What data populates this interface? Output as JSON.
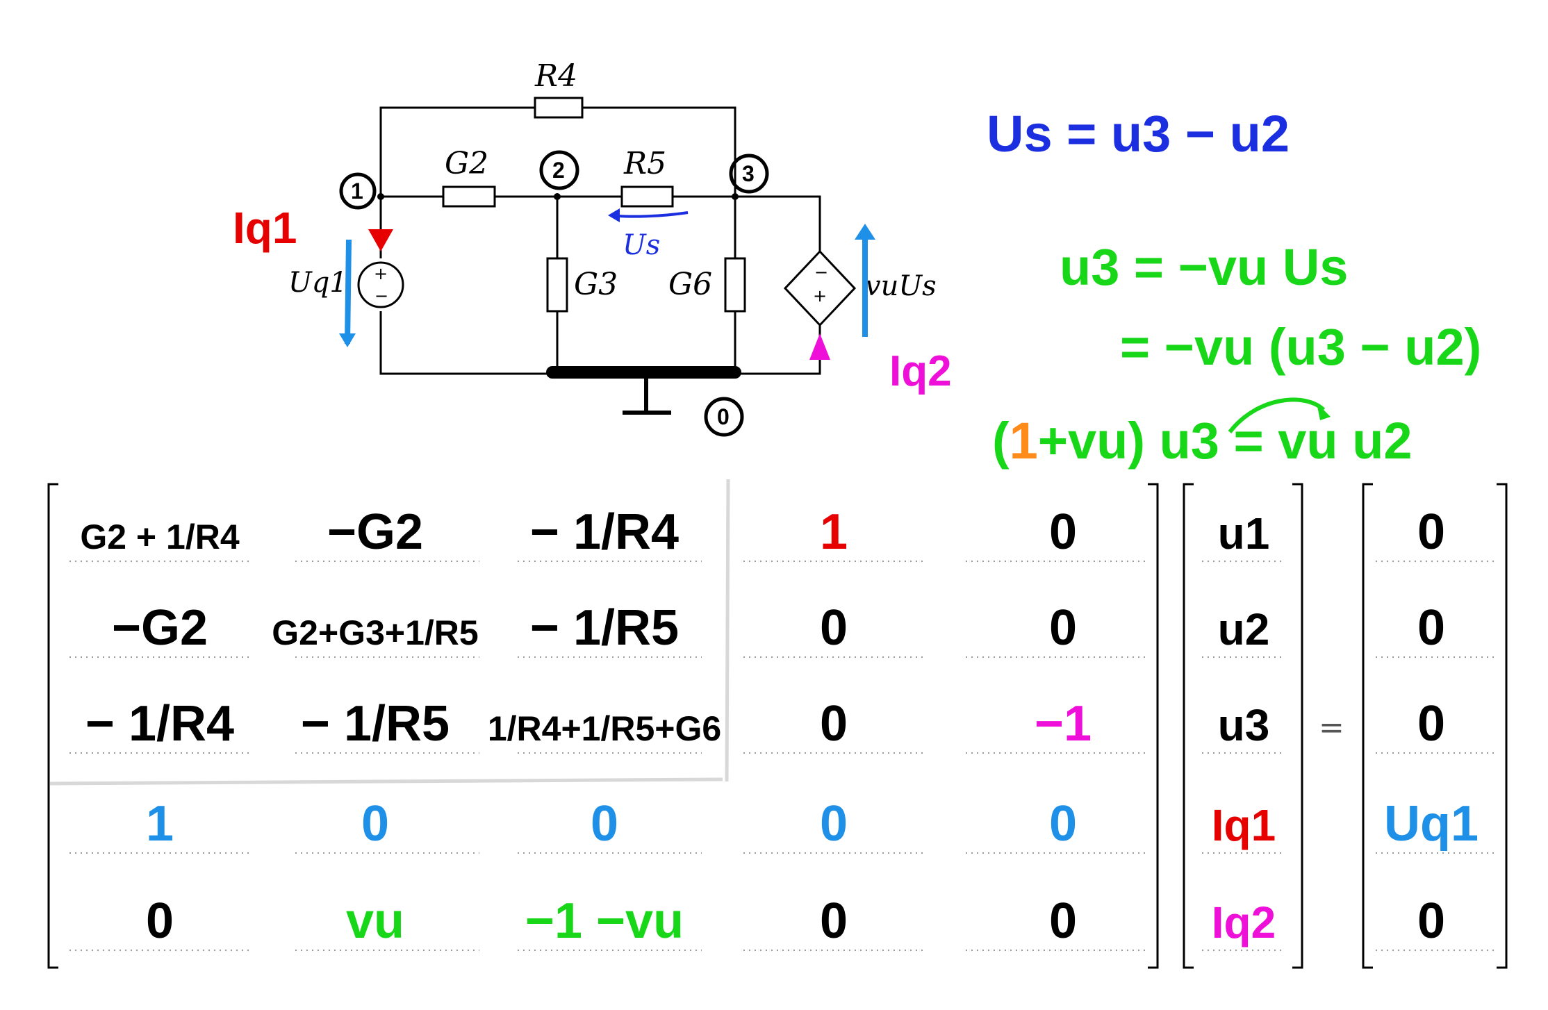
{
  "circuit": {
    "labels": {
      "R4": "R4",
      "G2": "G2",
      "R5": "R5",
      "G3": "G3",
      "G6": "G6",
      "Uq1": "Uq1",
      "Us": "Us",
      "vuUs": "vuUs",
      "src_plus": "+",
      "src_minus": "−",
      "dep_minus": "−",
      "dep_plus": "+"
    },
    "nodes": [
      "1",
      "2",
      "3",
      "0"
    ],
    "currents": {
      "Iq1": "Iq1",
      "Iq2": "Iq2"
    }
  },
  "equations": {
    "eq1": "Us =  u3 − u2",
    "eq2": "u3 = −vu Us",
    "eq3": "= −vu (u3 − u2)",
    "eq4_open": "(",
    "eq4_one": "1",
    "eq4_rest": "+vu) u3  =  vu u2"
  },
  "matrix": {
    "rows": [
      [
        "G2 + 1/R4",
        "−G2",
        "− 1/R4",
        "1",
        "0"
      ],
      [
        "−G2",
        "G2+G3+1/R5",
        "− 1/R5",
        "0",
        "0"
      ],
      [
        "− 1/R4",
        "− 1/R5",
        "1/R4+1/R5+G6",
        "0",
        "−1"
      ],
      [
        "1",
        "0",
        "0",
        "0",
        "0"
      ],
      [
        "0",
        "vu",
        "−1 −vu",
        "0",
        "0"
      ]
    ],
    "unknowns": [
      "u1",
      "u2",
      "u3",
      "Iq1",
      "Iq2"
    ],
    "equals": "=",
    "rhs": [
      "0",
      "0",
      "0",
      "Uq1",
      "0"
    ]
  },
  "colors": {
    "black": "#000000",
    "red": "#e60000",
    "blue": "#1b2fe0",
    "lightblue": "#1e90e8",
    "green": "#18d618",
    "magenta": "#ee10d8",
    "orange": "#ff8c1a",
    "grid": "#cfcfcf"
  }
}
